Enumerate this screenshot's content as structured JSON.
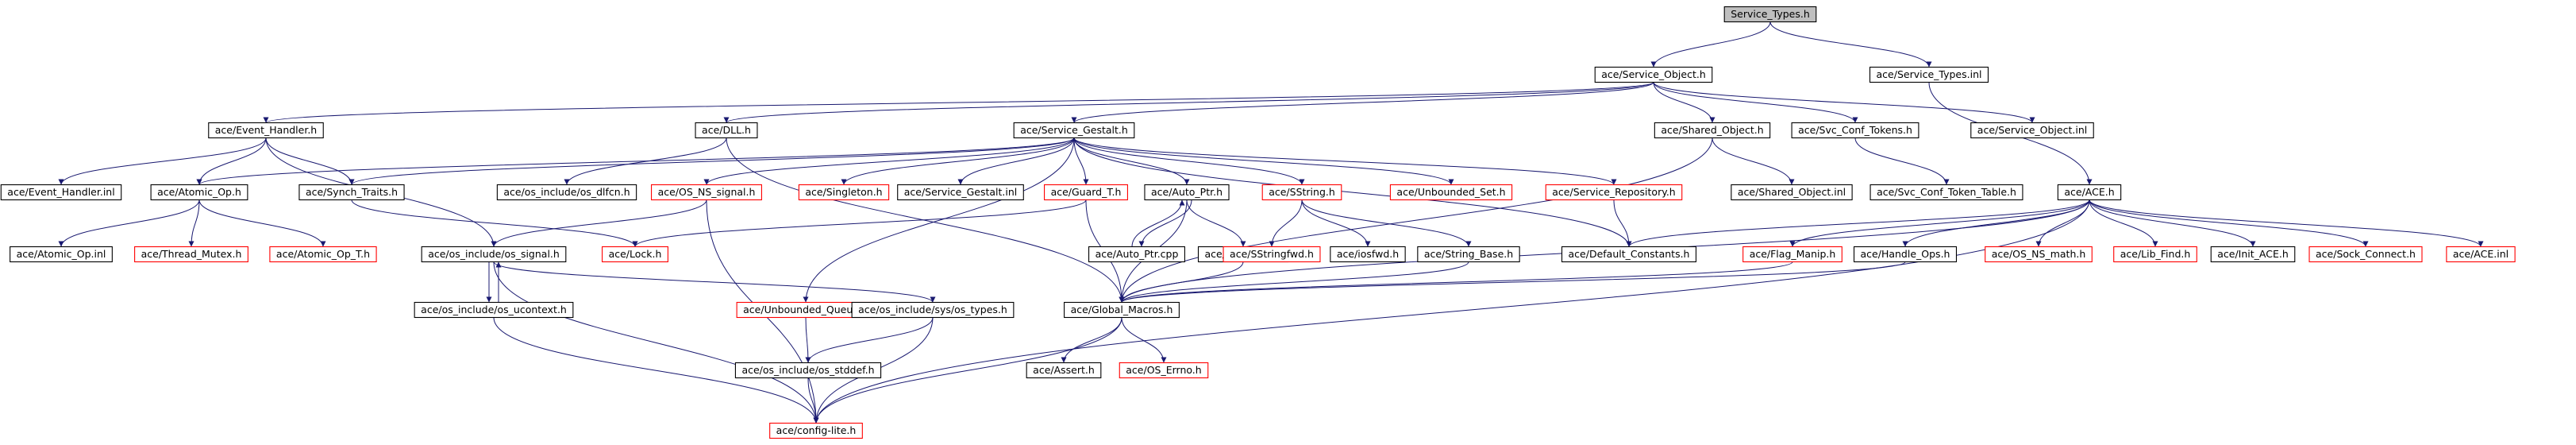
{
  "diagram": {
    "type": "include-dependency-graph",
    "colors": {
      "root_fill": "#bfbfbf",
      "node_fill": "#ffffff",
      "border_normal": "#000000",
      "border_truncated": "#ff0000",
      "edge": "#191970",
      "text": "#000000"
    },
    "nodes": [
      {
        "id": "n_service_types_h",
        "label": "Service_Types.h",
        "kind": "root"
      },
      {
        "id": "n_service_object_h",
        "label": "ace/Service_Object.h",
        "kind": "normal"
      },
      {
        "id": "n_service_types_inl",
        "label": "ace/Service_Types.inl",
        "kind": "normal"
      },
      {
        "id": "n_event_handler_h",
        "label": "ace/Event_Handler.h",
        "kind": "normal"
      },
      {
        "id": "n_dll_h",
        "label": "ace/DLL.h",
        "kind": "normal"
      },
      {
        "id": "n_service_gestalt_h",
        "label": "ace/Service_Gestalt.h",
        "kind": "normal"
      },
      {
        "id": "n_shared_object_h",
        "label": "ace/Shared_Object.h",
        "kind": "normal"
      },
      {
        "id": "n_svc_conf_tokens_h",
        "label": "ace/Svc_Conf_Tokens.h",
        "kind": "normal"
      },
      {
        "id": "n_service_object_inl",
        "label": "ace/Service_Object.inl",
        "kind": "normal"
      },
      {
        "id": "n_event_handler_inl",
        "label": "ace/Event_Handler.inl",
        "kind": "normal"
      },
      {
        "id": "n_atomic_op_h",
        "label": "ace/Atomic_Op.h",
        "kind": "normal"
      },
      {
        "id": "n_synch_traits_h",
        "label": "ace/Synch_Traits.h",
        "kind": "normal"
      },
      {
        "id": "n_os_dlfcn_h",
        "label": "ace/os_include/os_dlfcn.h",
        "kind": "normal"
      },
      {
        "id": "n_os_ns_signal_h",
        "label": "ace/OS_NS_signal.h",
        "kind": "truncated"
      },
      {
        "id": "n_singleton_h",
        "label": "ace/Singleton.h",
        "kind": "truncated"
      },
      {
        "id": "n_service_gestalt_inl",
        "label": "ace/Service_Gestalt.inl",
        "kind": "normal"
      },
      {
        "id": "n_guard_t_h",
        "label": "ace/Guard_T.h",
        "kind": "truncated"
      },
      {
        "id": "n_auto_ptr_h",
        "label": "ace/Auto_Ptr.h",
        "kind": "normal"
      },
      {
        "id": "n_sstring_h",
        "label": "ace/SString.h",
        "kind": "truncated"
      },
      {
        "id": "n_unbounded_set_h",
        "label": "ace/Unbounded_Set.h",
        "kind": "truncated"
      },
      {
        "id": "n_service_repository_h",
        "label": "ace/Service_Repository.h",
        "kind": "truncated"
      },
      {
        "id": "n_shared_object_inl",
        "label": "ace/Shared_Object.inl",
        "kind": "normal"
      },
      {
        "id": "n_svc_conf_token_table_h",
        "label": "ace/Svc_Conf_Token_Table.h",
        "kind": "normal"
      },
      {
        "id": "n_ace_h",
        "label": "ace/ACE.h",
        "kind": "normal"
      },
      {
        "id": "n_atomic_op_inl",
        "label": "ace/Atomic_Op.inl",
        "kind": "normal"
      },
      {
        "id": "n_thread_mutex_h",
        "label": "ace/Thread_Mutex.h",
        "kind": "truncated"
      },
      {
        "id": "n_atomic_op_t_h",
        "label": "ace/Atomic_Op_T.h",
        "kind": "truncated"
      },
      {
        "id": "n_os_signal_h",
        "label": "ace/os_include/os_signal.h",
        "kind": "normal"
      },
      {
        "id": "n_lock_h",
        "label": "ace/Lock.h",
        "kind": "truncated"
      },
      {
        "id": "n_auto_ptr_cpp",
        "label": "ace/Auto_Ptr.cpp",
        "kind": "normal"
      },
      {
        "id": "n_auto_ptr_inl",
        "label": "ace/Auto_Ptr.inl",
        "kind": "normal"
      },
      {
        "id": "n_sstringfwd_h",
        "label": "ace/SStringfwd.h",
        "kind": "truncated"
      },
      {
        "id": "n_iosfwd_h",
        "label": "ace/iosfwd.h",
        "kind": "normal"
      },
      {
        "id": "n_string_base_h",
        "label": "ace/String_Base.h",
        "kind": "normal"
      },
      {
        "id": "n_default_constants_h",
        "label": "ace/Default_Constants.h",
        "kind": "normal"
      },
      {
        "id": "n_flag_manip_h",
        "label": "ace/Flag_Manip.h",
        "kind": "truncated"
      },
      {
        "id": "n_handle_ops_h",
        "label": "ace/Handle_Ops.h",
        "kind": "normal"
      },
      {
        "id": "n_os_ns_math_h",
        "label": "ace/OS_NS_math.h",
        "kind": "truncated"
      },
      {
        "id": "n_lib_find_h",
        "label": "ace/Lib_Find.h",
        "kind": "truncated"
      },
      {
        "id": "n_init_ace_h",
        "label": "ace/Init_ACE.h",
        "kind": "normal"
      },
      {
        "id": "n_sock_connect_h",
        "label": "ace/Sock_Connect.h",
        "kind": "truncated"
      },
      {
        "id": "n_ace_inl",
        "label": "ace/ACE.inl",
        "kind": "truncated"
      },
      {
        "id": "n_os_ucontext_h",
        "label": "ace/os_include/os_ucontext.h",
        "kind": "normal"
      },
      {
        "id": "n_unbounded_queue_h",
        "label": "ace/Unbounded_Queue.h",
        "kind": "truncated"
      },
      {
        "id": "n_os_types_h",
        "label": "ace/os_include/sys/os_types.h",
        "kind": "normal"
      },
      {
        "id": "n_global_macros_h",
        "label": "ace/Global_Macros.h",
        "kind": "normal"
      },
      {
        "id": "n_os_stddef_h",
        "label": "ace/os_include/os_stddef.h",
        "kind": "normal"
      },
      {
        "id": "n_assert_h",
        "label": "ace/Assert.h",
        "kind": "normal"
      },
      {
        "id": "n_os_errno_h",
        "label": "ace/OS_Errno.h",
        "kind": "truncated"
      },
      {
        "id": "n_config_lite_h",
        "label": "ace/config-lite.h",
        "kind": "truncated"
      }
    ],
    "edges": [
      [
        "n_service_types_h",
        "n_service_object_h"
      ],
      [
        "n_service_types_h",
        "n_service_types_inl"
      ],
      [
        "n_service_object_h",
        "n_event_handler_h"
      ],
      [
        "n_service_object_h",
        "n_dll_h"
      ],
      [
        "n_service_object_h",
        "n_service_gestalt_h"
      ],
      [
        "n_service_object_h",
        "n_shared_object_h"
      ],
      [
        "n_service_object_h",
        "n_svc_conf_tokens_h"
      ],
      [
        "n_service_object_h",
        "n_service_object_inl"
      ],
      [
        "n_service_types_inl",
        "n_ace_h"
      ],
      [
        "n_event_handler_h",
        "n_event_handler_inl"
      ],
      [
        "n_event_handler_h",
        "n_atomic_op_h"
      ],
      [
        "n_event_handler_h",
        "n_synch_traits_h"
      ],
      [
        "n_event_handler_h",
        "n_os_signal_h"
      ],
      [
        "n_dll_h",
        "n_os_dlfcn_h"
      ],
      [
        "n_dll_h",
        "n_global_macros_h"
      ],
      [
        "n_service_gestalt_h",
        "n_atomic_op_h"
      ],
      [
        "n_service_gestalt_h",
        "n_synch_traits_h"
      ],
      [
        "n_service_gestalt_h",
        "n_os_ns_signal_h"
      ],
      [
        "n_service_gestalt_h",
        "n_singleton_h"
      ],
      [
        "n_service_gestalt_h",
        "n_service_gestalt_inl"
      ],
      [
        "n_service_gestalt_h",
        "n_guard_t_h"
      ],
      [
        "n_service_gestalt_h",
        "n_auto_ptr_h"
      ],
      [
        "n_service_gestalt_h",
        "n_sstring_h"
      ],
      [
        "n_service_gestalt_h",
        "n_unbounded_set_h"
      ],
      [
        "n_service_gestalt_h",
        "n_service_repository_h"
      ],
      [
        "n_service_gestalt_h",
        "n_unbounded_queue_h"
      ],
      [
        "n_service_gestalt_h",
        "n_default_constants_h"
      ],
      [
        "n_shared_object_h",
        "n_shared_object_inl"
      ],
      [
        "n_shared_object_h",
        "n_global_macros_h"
      ],
      [
        "n_svc_conf_tokens_h",
        "n_svc_conf_token_table_h"
      ],
      [
        "n_atomic_op_h",
        "n_atomic_op_inl"
      ],
      [
        "n_atomic_op_h",
        "n_thread_mutex_h"
      ],
      [
        "n_atomic_op_h",
        "n_atomic_op_t_h"
      ],
      [
        "n_synch_traits_h",
        "n_lock_h"
      ],
      [
        "n_os_ns_signal_h",
        "n_os_signal_h"
      ],
      [
        "n_os_ns_signal_h",
        "n_config_lite_h"
      ],
      [
        "n_guard_t_h",
        "n_lock_h"
      ],
      [
        "n_guard_t_h",
        "n_global_macros_h"
      ],
      [
        "n_auto_ptr_h",
        "n_auto_ptr_cpp"
      ],
      [
        "n_auto_ptr_h",
        "n_auto_ptr_inl"
      ],
      [
        "n_auto_ptr_h",
        "n_global_macros_h"
      ],
      [
        "n_auto_ptr_cpp",
        "n_auto_ptr_h"
      ],
      [
        "n_auto_ptr_inl",
        "n_global_macros_h"
      ],
      [
        "n_sstring_h",
        "n_sstringfwd_h"
      ],
      [
        "n_sstring_h",
        "n_iosfwd_h"
      ],
      [
        "n_sstring_h",
        "n_string_base_h"
      ],
      [
        "n_string_base_h",
        "n_global_macros_h"
      ],
      [
        "n_service_repository_h",
        "n_default_constants_h"
      ],
      [
        "n_ace_h",
        "n_default_constants_h"
      ],
      [
        "n_ace_h",
        "n_flag_manip_h"
      ],
      [
        "n_ace_h",
        "n_handle_ops_h"
      ],
      [
        "n_ace_h",
        "n_os_ns_math_h"
      ],
      [
        "n_ace_h",
        "n_lib_find_h"
      ],
      [
        "n_ace_h",
        "n_init_ace_h"
      ],
      [
        "n_ace_h",
        "n_sock_connect_h"
      ],
      [
        "n_ace_h",
        "n_ace_inl"
      ],
      [
        "n_ace_h",
        "n_global_macros_h"
      ],
      [
        "n_ace_h",
        "n_config_lite_h"
      ],
      [
        "n_flag_manip_h",
        "n_global_macros_h"
      ],
      [
        "n_handle_ops_h",
        "n_global_macros_h"
      ],
      [
        "n_os_signal_h",
        "n_os_ucontext_h"
      ],
      [
        "n_os_signal_h",
        "n_os_types_h"
      ],
      [
        "n_os_signal_h",
        "n_config_lite_h"
      ],
      [
        "n_os_ucontext_h",
        "n_os_signal_h"
      ],
      [
        "n_os_ucontext_h",
        "n_config_lite_h"
      ],
      [
        "n_unbounded_queue_h",
        "n_os_stddef_h"
      ],
      [
        "n_os_types_h",
        "n_os_stddef_h"
      ],
      [
        "n_os_types_h",
        "n_config_lite_h"
      ],
      [
        "n_global_macros_h",
        "n_assert_h"
      ],
      [
        "n_global_macros_h",
        "n_os_errno_h"
      ],
      [
        "n_global_macros_h",
        "n_config_lite_h"
      ],
      [
        "n_os_stddef_h",
        "n_config_lite_h"
      ]
    ]
  }
}
